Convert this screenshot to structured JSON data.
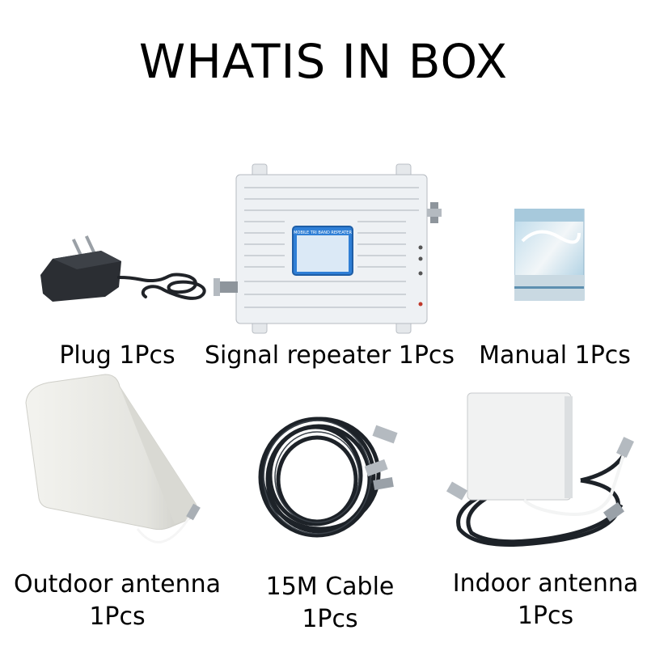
{
  "page": {
    "title": "WHATIS IN BOX"
  },
  "items": [
    {
      "name": "Plug",
      "caption": "Plug 1Pcs",
      "icon": "power-adapter-plug"
    },
    {
      "name": "Signal repeater",
      "caption": "Signal repeater 1Pcs",
      "icon": "signal-repeater-unit",
      "screen_text": "MOBILE TRI BAND REPEATER"
    },
    {
      "name": "Manual",
      "caption": "Manual 1Pcs",
      "icon": "manual-booklet"
    },
    {
      "name": "Outdoor antenna",
      "caption_line1": "Outdoor antenna",
      "caption_line2": "1Pcs",
      "icon": "log-periodic-antenna"
    },
    {
      "name": "15M Cable",
      "caption_line1": "15M Cable",
      "caption_line2": "1Pcs",
      "icon": "coil-cable"
    },
    {
      "name": "Indoor antenna",
      "caption_line1": "Indoor antenna",
      "caption_line2": "1Pcs",
      "icon": "panel-antenna"
    }
  ],
  "colors": {
    "background": "#ffffff",
    "text": "#000000",
    "device_white": "#eef1f4",
    "lcd_blue": "#2f7fd6",
    "cable_black": "#1d2228"
  }
}
